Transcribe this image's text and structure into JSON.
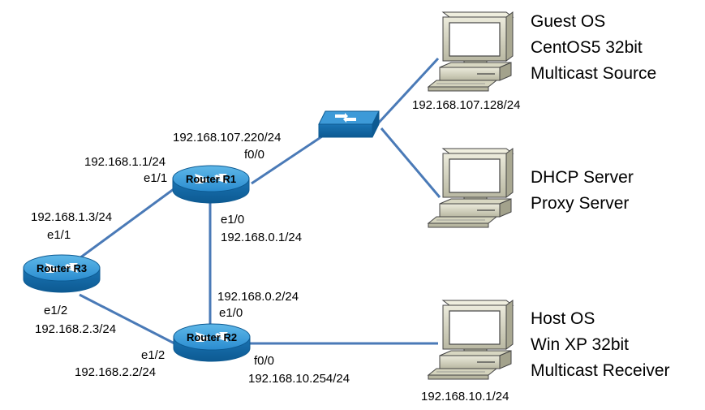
{
  "pcs": {
    "guest": {
      "lines": [
        "Guest OS",
        "CentOS5 32bit",
        "Multicast Source"
      ],
      "ip": "192.168.107.128/24"
    },
    "dhcp": {
      "lines": [
        "DHCP Server",
        "Proxy Server"
      ]
    },
    "host": {
      "lines": [
        "Host OS",
        "Win XP 32bit",
        "Multicast Receiver"
      ],
      "ip": "192.168.10.1/24"
    }
  },
  "routers": {
    "r1": {
      "name": "Router R1"
    },
    "r2": {
      "name": "Router R2"
    },
    "r3": {
      "name": "Router R3"
    }
  },
  "interfaces": {
    "r1_f00_ip": "192.168.107.220/24",
    "r1_f00": "f0/0",
    "r1_e11_ip": "192.168.1.1/24",
    "r1_e11": "e1/1",
    "r1_e10": "e1/0",
    "r1_e10_ip": "192.168.0.1/24",
    "r3_e11_ip": "192.168.1.3/24",
    "r3_e11": "e1/1",
    "r3_e12": "e1/2",
    "r3_e12_ip": "192.168.2.3/24",
    "r2_e10_ip": "192.168.0.2/24",
    "r2_e10": "e1/0",
    "r2_e12": "e1/2",
    "r2_e12_ip": "192.168.2.2/24",
    "r2_f00": "f0/0",
    "r2_f00_ip": "192.168.10.254/24"
  },
  "icons": {
    "router": "router-icon",
    "switch": "switch-icon",
    "pc": "desktop-computer-icon"
  },
  "colors": {
    "link": "#4a7ab7",
    "device_blue": "#1f7fc0",
    "pc_beige": "#d9d8c4"
  }
}
